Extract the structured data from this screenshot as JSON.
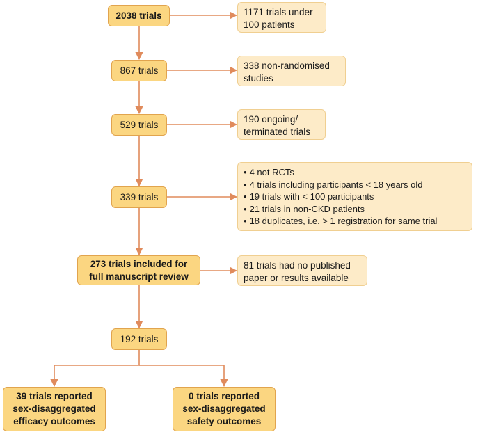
{
  "colors": {
    "main_fill": "#fbd681",
    "main_border": "#e1a44e",
    "side_fill": "#fdebc8",
    "side_border": "#f0cf91",
    "arrow": "#e08b5c"
  },
  "steps": [
    {
      "label": "2038 trials",
      "excluded": [
        "1171 trials under",
        "100 patients"
      ]
    },
    {
      "label": "867 trials",
      "excluded": [
        "338 non-randomised",
        "studies"
      ]
    },
    {
      "label": "529 trials",
      "excluded": [
        "190 ongoing/",
        "terminated trials"
      ]
    },
    {
      "label": "339 trials",
      "excluded_bullets": [
        "4 not RCTs",
        "4 trials including participants < 18 years old",
        "19 trials with < 100 participants",
        "21 trials in non-CKD patients",
        "18 duplicates, i.e. > 1 registration for same trial"
      ]
    },
    {
      "label_lines": [
        "273 trials included for",
        "full manuscript review"
      ],
      "excluded": [
        "81 trials had no published",
        "paper or results available"
      ]
    },
    {
      "label": "192 trials"
    }
  ],
  "outcomes": [
    {
      "lines": [
        "39 trials reported",
        "sex-disaggregated",
        "efficacy outcomes"
      ]
    },
    {
      "lines": [
        "0 trials reported",
        "sex-disaggregated",
        "safety outcomes"
      ]
    }
  ]
}
